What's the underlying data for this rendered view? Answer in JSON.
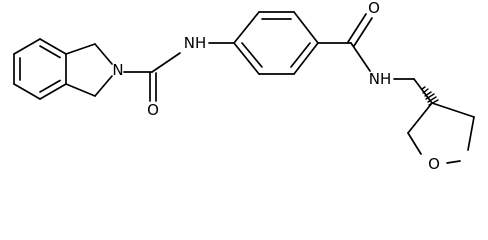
{
  "atoms": {
    "n_isoindoline": "N",
    "o_urea": "O",
    "nh_urea": "NH",
    "o_amide": "O",
    "nh_amide": "NH",
    "o_thf": "O"
  },
  "colors": {
    "bond": "#000000",
    "label": "#000000",
    "background": "#ffffff"
  }
}
